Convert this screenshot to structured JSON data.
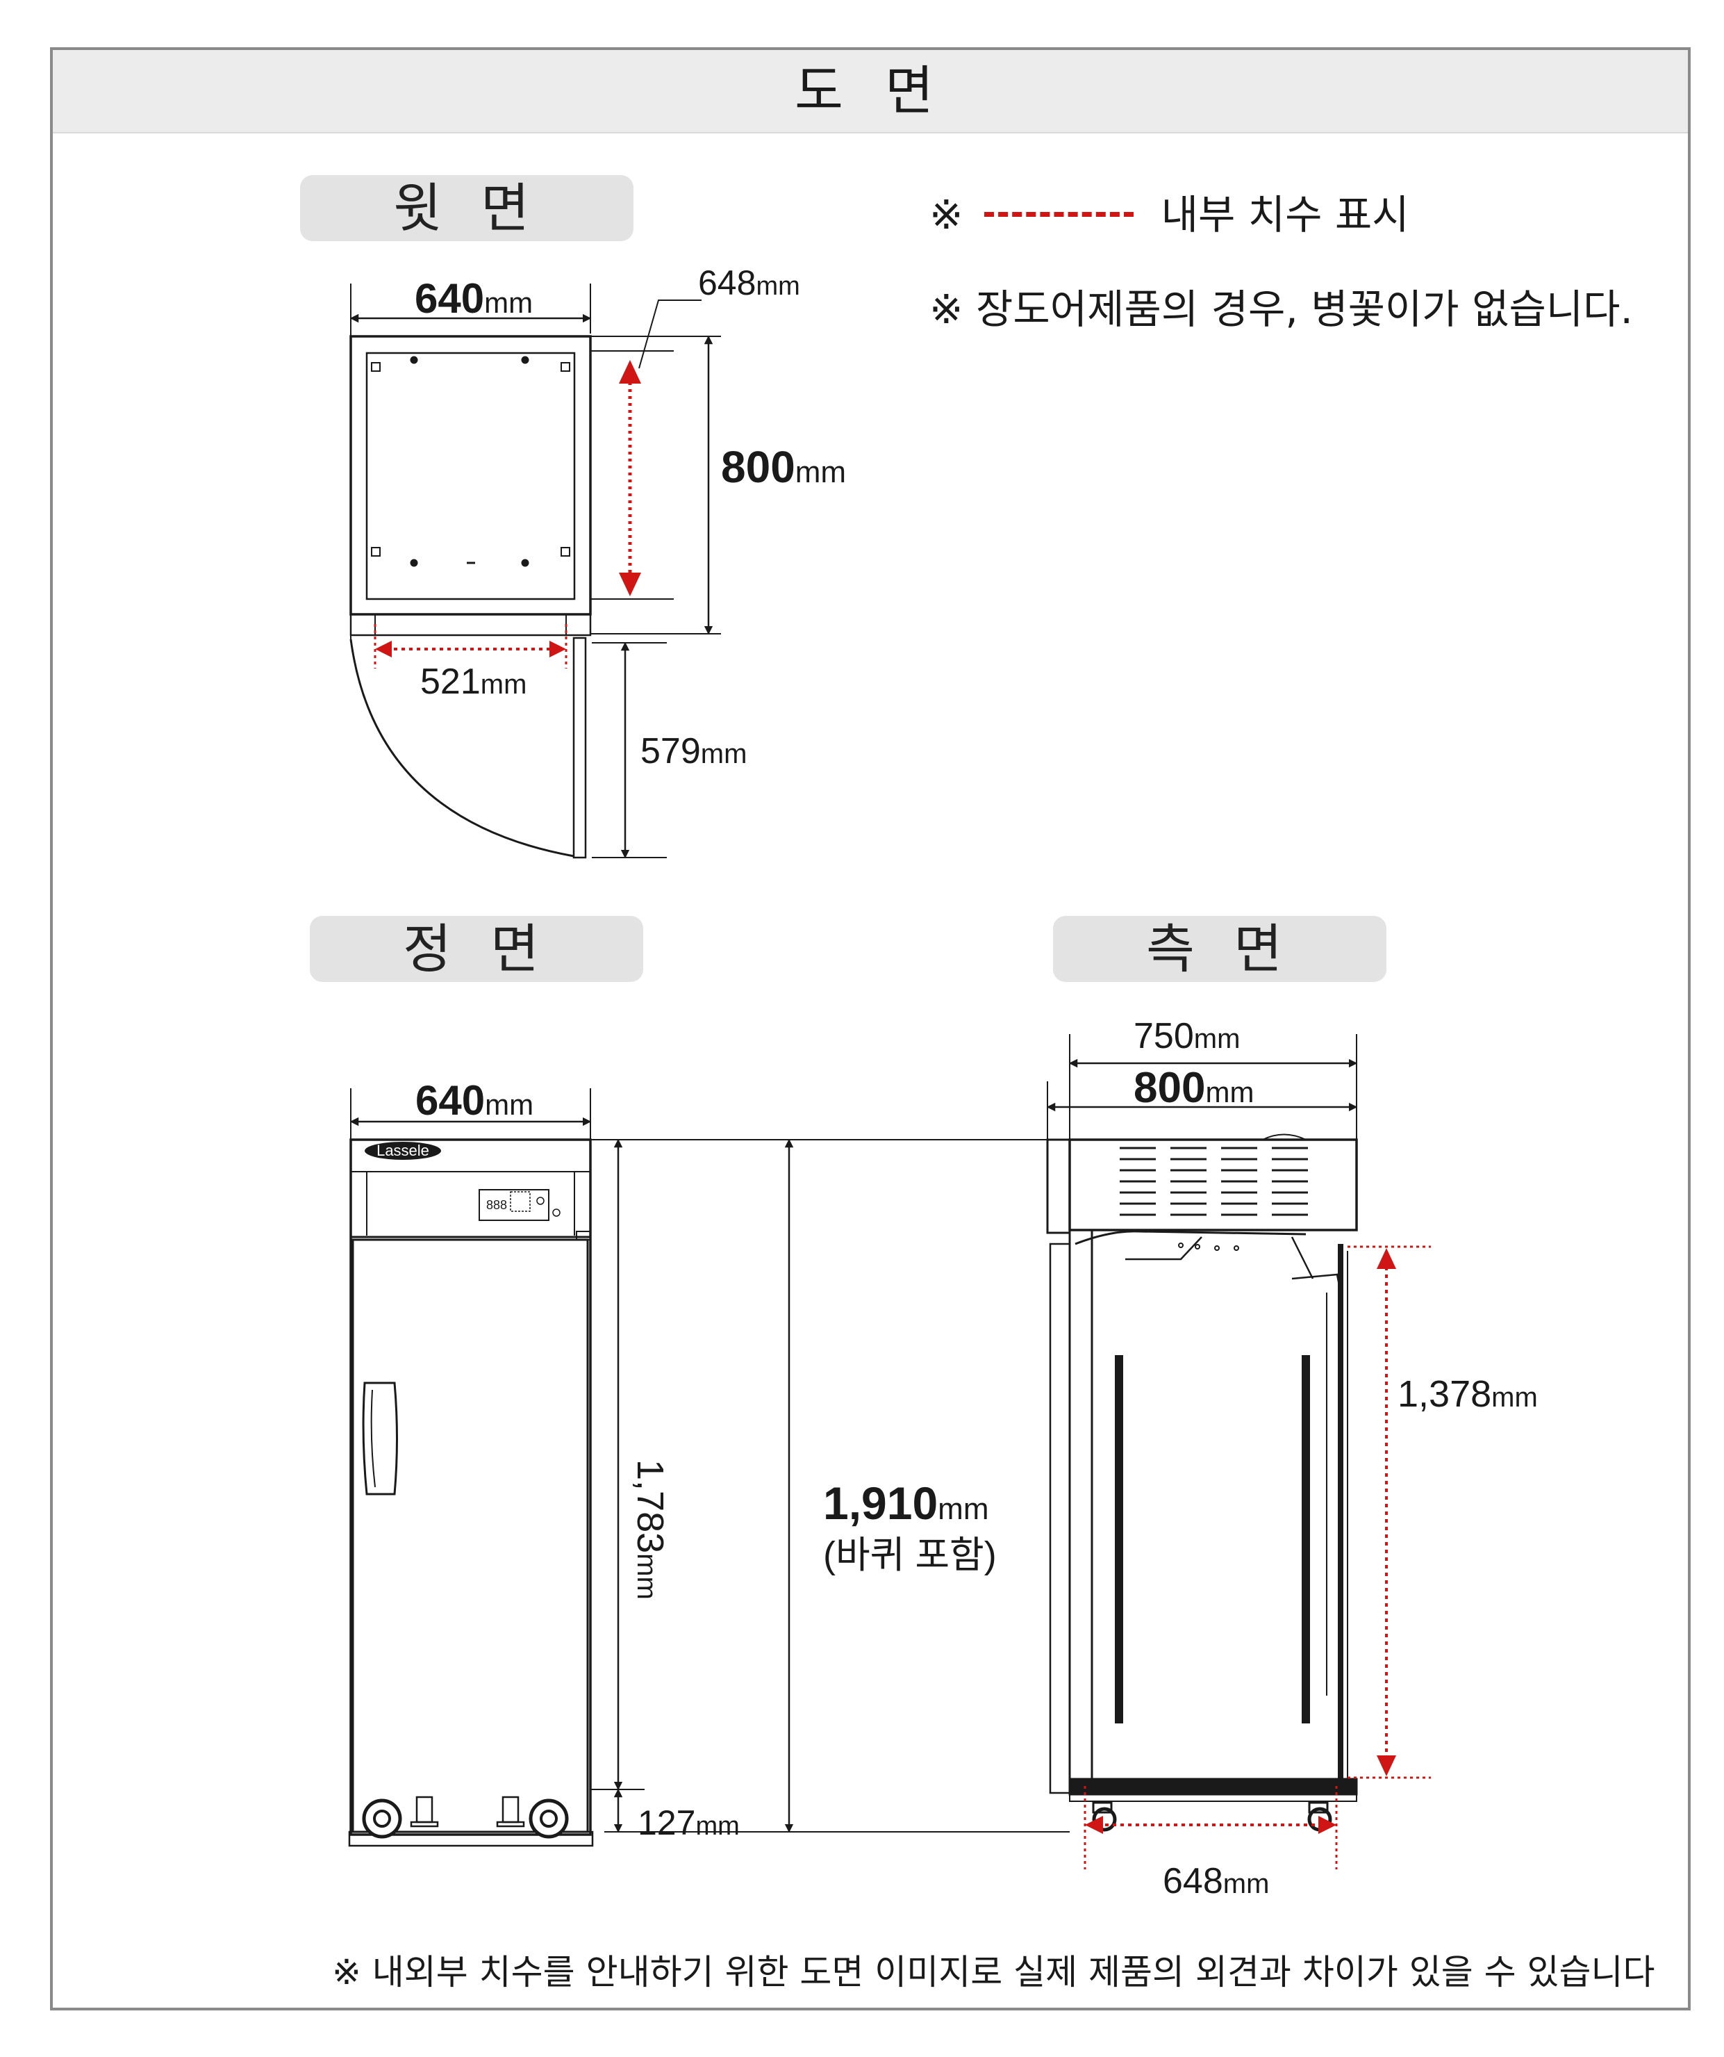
{
  "title": "도 면",
  "sections": {
    "top": "윗 면",
    "front": "정 면",
    "side": "측 면"
  },
  "notes": {
    "mark": "※",
    "legend": "내부 치수 표시",
    "door_note": "※ 장도어제품의 경우, 병꽃이가 없습니다.",
    "footer": "※ 내외부 치수를 안내하기 위한 도면 이미지로 실제 제품의 외견과 차이가 있을 수 있습니다"
  },
  "colors": {
    "internal_dimension": "#d01515",
    "line": "#1a1a1a",
    "header_bg": "#ececec",
    "pill_bg": "#e3e3e3"
  },
  "dimensions": {
    "top": {
      "width": {
        "value": "640",
        "unit": "mm"
      },
      "width_inner_top": {
        "value": "648",
        "unit": "mm"
      },
      "depth": {
        "value": "800",
        "unit": "mm"
      },
      "inner_width": {
        "value": "521",
        "unit": "mm"
      },
      "door_swing": {
        "value": "579",
        "unit": "mm"
      }
    },
    "front": {
      "width": {
        "value": "640",
        "unit": "mm"
      },
      "body_height": {
        "value": "1,783",
        "unit": "mm"
      },
      "total_height": {
        "value": "1,910",
        "unit": "mm"
      },
      "total_height_note": "(바퀴 포함)",
      "caster_height": {
        "value": "127",
        "unit": "mm"
      }
    },
    "side": {
      "depth_inner": {
        "value": "750",
        "unit": "mm"
      },
      "depth": {
        "value": "800",
        "unit": "mm"
      },
      "inner_height": {
        "value": "1,378",
        "unit": "mm"
      },
      "inner_depth": {
        "value": "648",
        "unit": "mm"
      }
    }
  },
  "brand": "Lassele",
  "panel_display": "888"
}
